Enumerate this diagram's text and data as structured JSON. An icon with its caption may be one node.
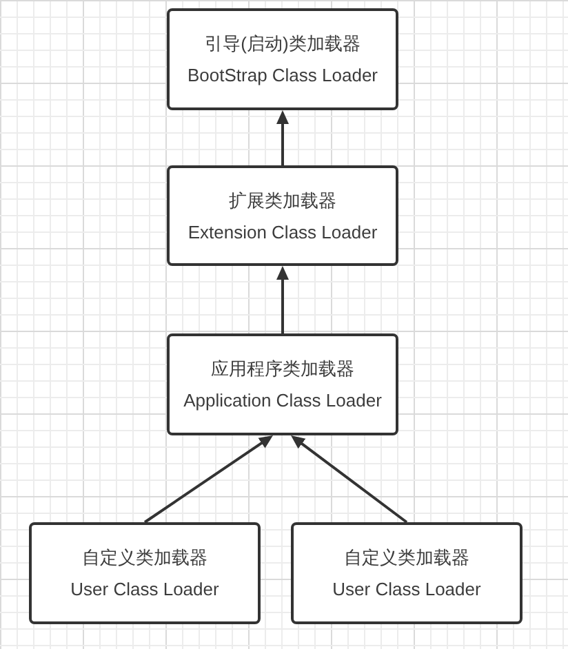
{
  "diagram": {
    "nodes": [
      {
        "text": [
          "引导(启动)类加载器",
          "BootStrap Class Loader"
        ]
      },
      {
        "text": [
          "扩展类加载器",
          "Extension Class Loader"
        ]
      },
      {
        "text": [
          "应用程序类加载器",
          "Application Class Loader"
        ]
      },
      {
        "text": [
          "自定义类加载器",
          "User Class Loader"
        ]
      },
      {
        "text": [
          "自定义类加载器",
          "User Class Loader"
        ]
      }
    ],
    "edges": [
      {
        "from": 1,
        "to": 0,
        "arrow": "to"
      },
      {
        "from": 2,
        "to": 1,
        "arrow": "to"
      },
      {
        "from": 3,
        "to": 2,
        "arrow": "to"
      },
      {
        "from": 4,
        "to": 2,
        "arrow": "to"
      }
    ]
  }
}
